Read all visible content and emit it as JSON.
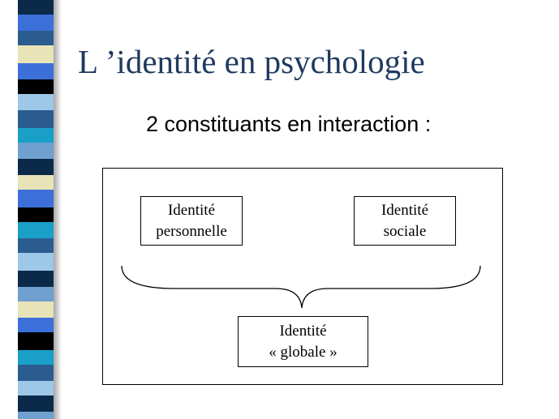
{
  "slide": {
    "title": "L ’identité en psychologie",
    "subtitle": "2 constituants en interaction :"
  },
  "diagram": {
    "node_personal": {
      "line1": "Identité",
      "line2": "personnelle"
    },
    "node_social": {
      "line1": "Identité",
      "line2": "sociale"
    },
    "node_global": {
      "line1": "Identité",
      "line2": "« globale »"
    }
  },
  "colors": {
    "title": "#1f3a5f",
    "stripe": [
      "#0b2a4a",
      "#3d6fd8",
      "#2b5c8f",
      "#e8e4b8",
      "#000000",
      "#9ec8e8",
      "#1aa0c8",
      "#6fa0d0"
    ]
  }
}
